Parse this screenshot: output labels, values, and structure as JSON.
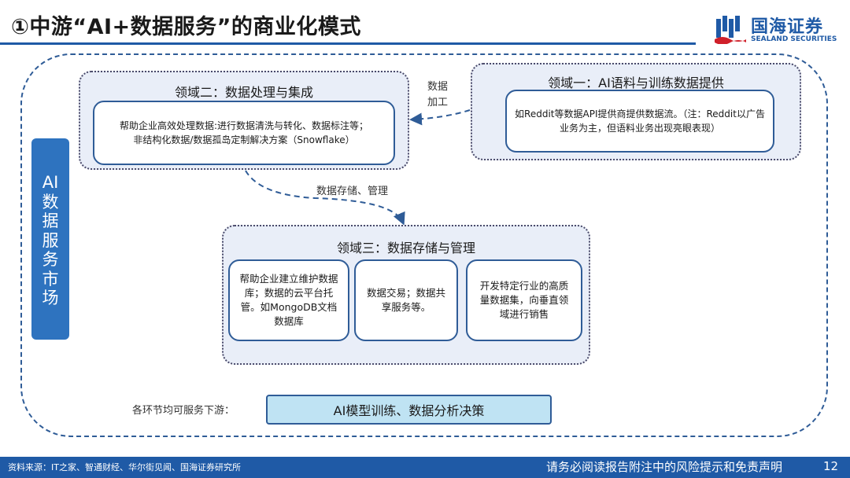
{
  "header": {
    "title": "①中游“AI+数据服务”的商业化模式",
    "logo_cn": "国海证券",
    "logo_en": "SEALAND SECURITIES"
  },
  "side_label": [
    "AI",
    "数",
    "据",
    "服",
    "务",
    "市",
    "场"
  ],
  "domain1": {
    "title": "领域一：AI语料与训练数据提供",
    "text": "如Reddit等数据API提供商提供数据流。（注：Reddit以广告业务为主，但语料业务出现亮眼表现）"
  },
  "domain2": {
    "title": "领域二：数据处理与集成",
    "line1": "帮助企业高效处理数据:进行数据清洗与转化、数据标注等；",
    "line2": "非结构化数据/数据孤岛定制解决方案（Snowflake）"
  },
  "domain3": {
    "title": "领域三：数据存储与管理",
    "card_a": "帮助企业建立维护数据库；数据的云平台托管。如MongoDB文档数据库",
    "card_b": "数据交易；数据共享服务等。",
    "card_c": "开发特定行业的高质量数据集，向垂直领域进行销售"
  },
  "arrows": {
    "process_label_1": "数据",
    "process_label_2": "加工",
    "storage_label": "数据存储、管理"
  },
  "downstream": {
    "prefix": "各环节均可服务下游：",
    "box": "AI模型训练、数据分析决策"
  },
  "footer": {
    "source": "资料来源：IT之家、智通财经、华尔街见闻、国海证券研究所",
    "disclaimer": "请务必阅读报告附注中的风险提示和免责声明",
    "page": "12"
  },
  "colors": {
    "brand_blue": "#1f5aa6",
    "side_blue": "#2e73bf",
    "panel_bg": "#e9eef8",
    "downstream_bg": "#bfe3f3"
  }
}
